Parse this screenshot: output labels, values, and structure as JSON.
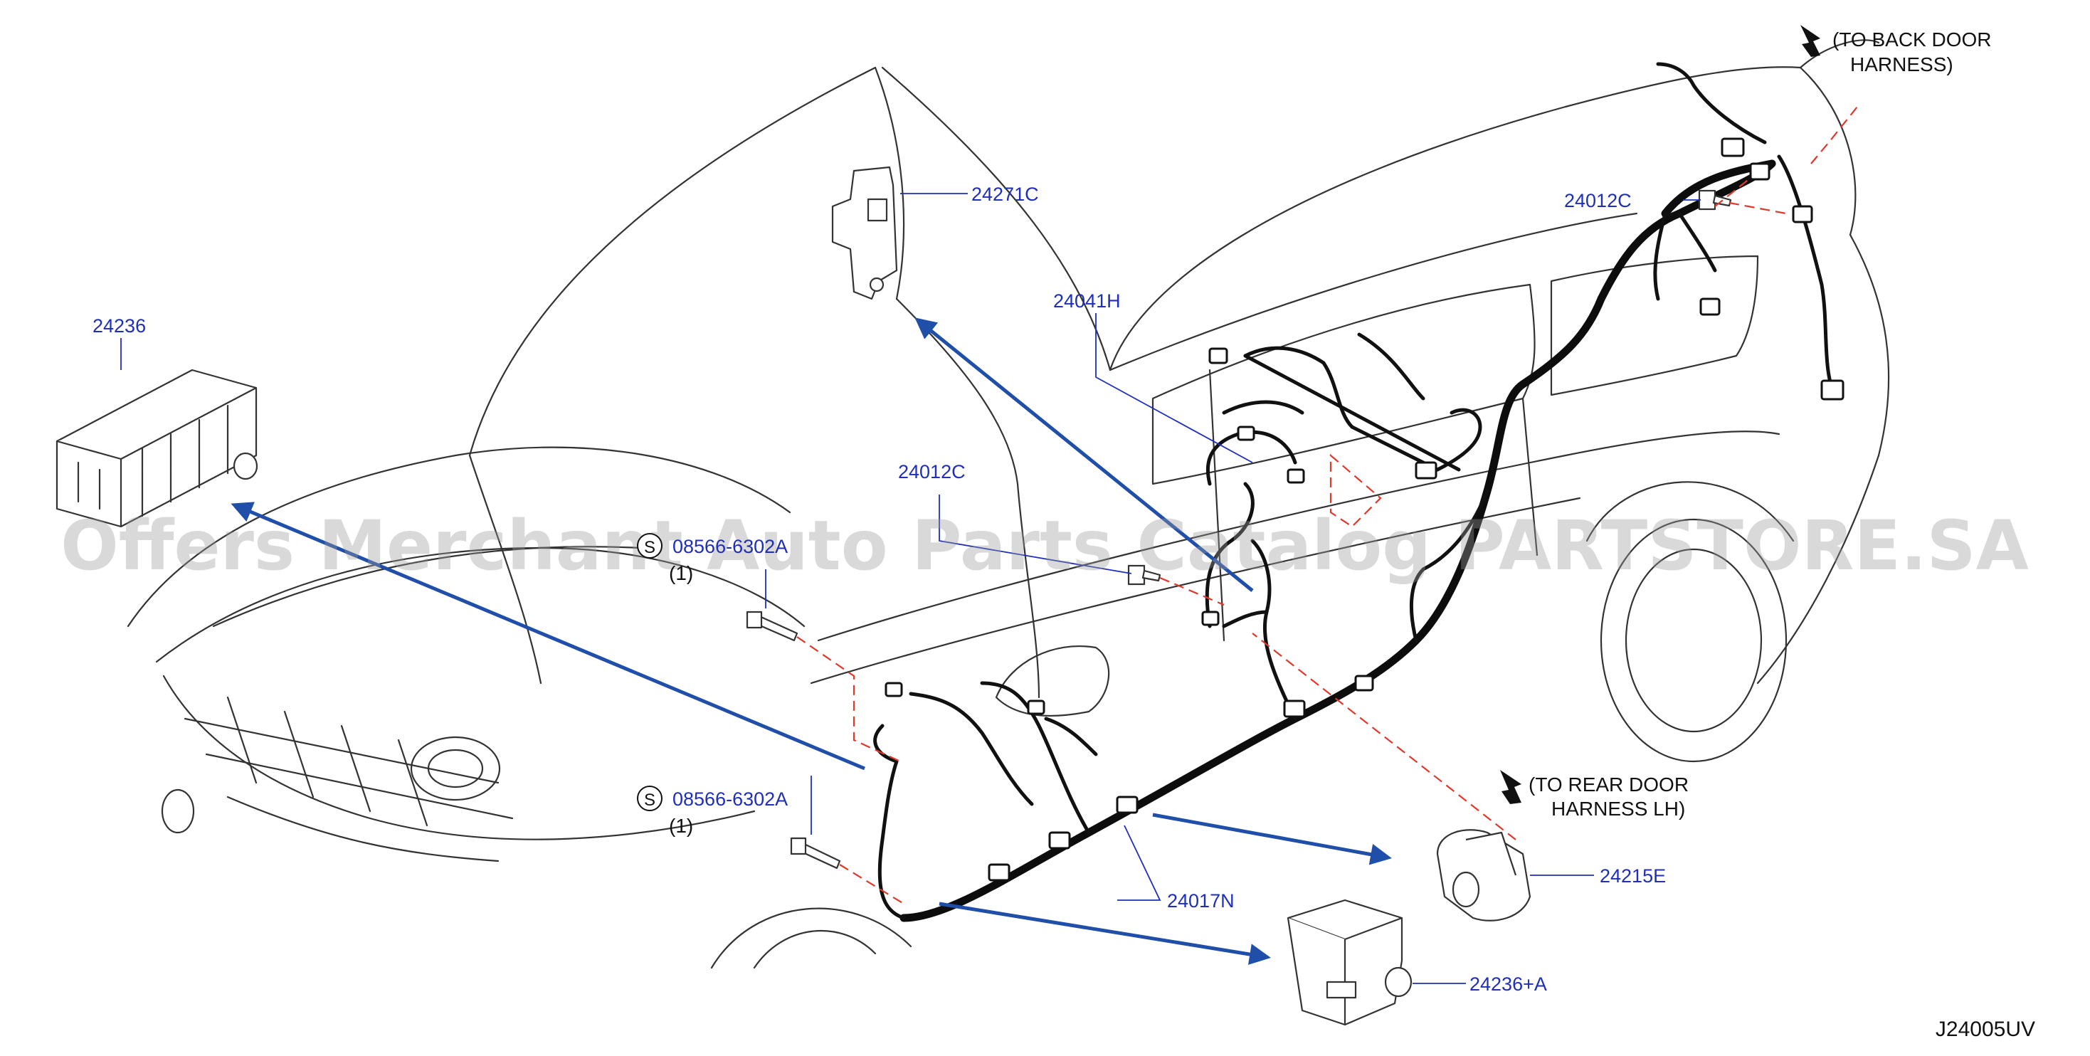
{
  "diagram_code": "J24005UV",
  "watermark": "Offers Merchant Auto Parts Catalog PARTSTORE.SA",
  "parts": {
    "p24236": "24236",
    "p24271C": "24271C",
    "p24041H": "24041H",
    "p24012C_mid": "24012C",
    "p24012C_rear": "24012C",
    "p24017N": "24017N",
    "p24215E": "24215E",
    "p24236A": "24236+A"
  },
  "bolts": [
    {
      "symbol": "S",
      "code": "08566-6302A",
      "qty": "(1)"
    },
    {
      "symbol": "S",
      "code": "08566-6302A",
      "qty": "(1)"
    }
  ],
  "notes": {
    "back_door_1": "(TO  BACK  DOOR",
    "back_door_2": "HARNESS)",
    "rear_door_1": "(TO  REAR  DOOR",
    "rear_door_2": "HARNESS  LH)"
  },
  "colors": {
    "label": "#1f2fb8",
    "leader_arrow": "#1f4fa8",
    "dashed_guide": "#e0392b",
    "line_art": "#333333"
  }
}
